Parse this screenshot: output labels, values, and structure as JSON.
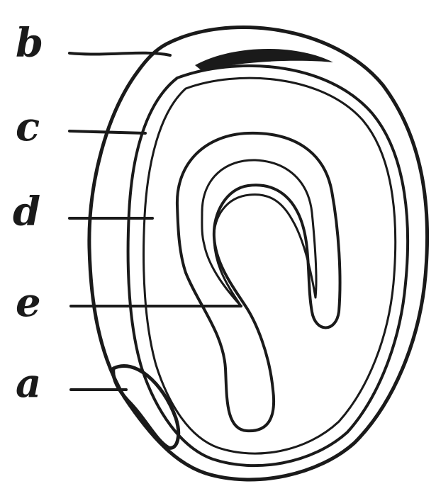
{
  "figure": {
    "labels": {
      "b": "b",
      "c": "c",
      "d": "d",
      "e": "e",
      "a": "a"
    }
  },
  "colors": {
    "ink": "#1a1a1a",
    "coat": "#f2f2f2",
    "stipple": "#9a9a9a"
  }
}
